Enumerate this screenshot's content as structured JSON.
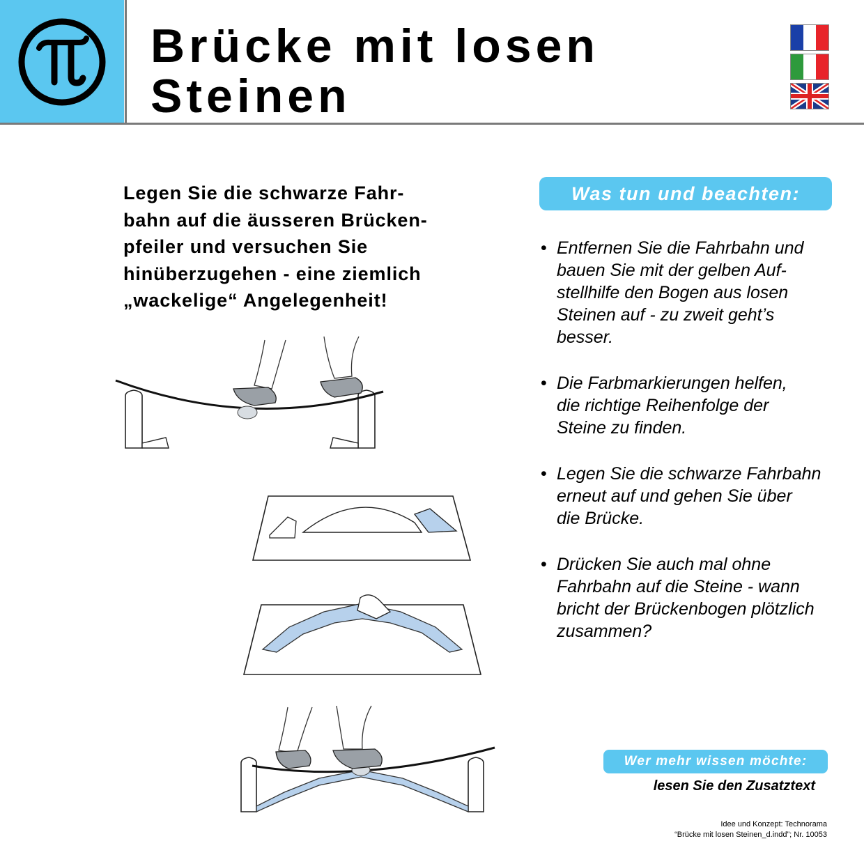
{
  "header": {
    "logo_icon": "pi-icon",
    "title_line1": "Brücke mit losen",
    "title_line2": "Steinen",
    "accent_color": "#5bc7f0",
    "flags": [
      "french-flag-icon",
      "italian-flag-icon",
      "uk-flag-icon"
    ]
  },
  "intro": {
    "lines": [
      "Legen Sie die schwarze Fahr-",
      "bahn auf die äusseren Brücken-",
      "pfeiler und versuchen Sie",
      "hinüberzugehen - eine ziemlich",
      "„wackelige“ Angelegenheit!"
    ]
  },
  "instructions": {
    "heading": "Was tun und beachten:",
    "bullet_symbol": "•",
    "items": [
      {
        "lines": [
          "Entfernen Sie die Fahrbahn und",
          "bauen Sie mit der gelben Auf-",
          "stellhilfe den Bogen aus losen",
          "Steinen auf - zu zweit geht’s",
          "besser."
        ]
      },
      {
        "lines": [
          "Die Farbmarkierungen helfen,",
          "die richtige Reihenfolge der",
          "Steine zu finden."
        ]
      },
      {
        "lines": [
          "Legen Sie die schwarze Fahrbahn",
          "erneut auf und gehen Sie über",
          "die Brücke."
        ]
      },
      {
        "lines": [
          "Drücken Sie auch mal ohne",
          "Fahrbahn auf die Steine - wann",
          "bricht der Brückenbogen plötzlich",
          "zusammen?"
        ]
      }
    ]
  },
  "more": {
    "heading": "Wer mehr wissen möchte:",
    "text": "lesen Sie den Zusatztext"
  },
  "credits": {
    "line1": "Idee und Konzept: Technorama",
    "line2": "“Brücke mit losen Steinen_d.indd”; Nr. 10053"
  }
}
